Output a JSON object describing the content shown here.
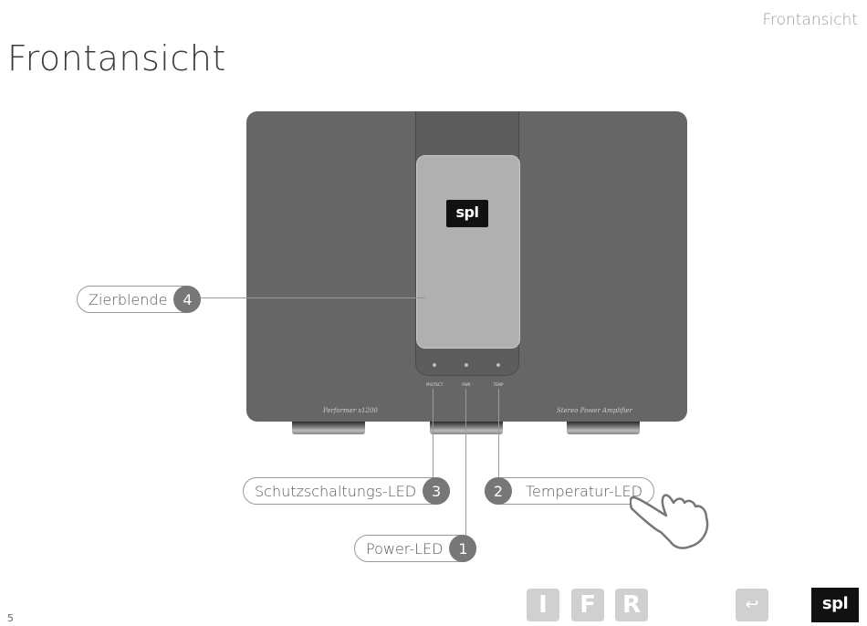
{
  "header": {
    "section": "Frontansicht",
    "title": "Frontansicht"
  },
  "device": {
    "logo": "spl",
    "led_labels": {
      "protect": "PROTECT",
      "power": "PWR",
      "temp": "TEMP"
    },
    "model_left": "Performer s1200",
    "model_right": "Stereo Power Amplifier"
  },
  "callouts": [
    {
      "label": "Zierblende",
      "num": "4"
    },
    {
      "label": "Schutzschaltungs-LED",
      "num": "3"
    },
    {
      "label": "Temperatur-LED",
      "num": "2"
    },
    {
      "label": "Power-LED",
      "num": "1"
    }
  ],
  "nav": {
    "i": "I",
    "f": "F",
    "r": "R",
    "back": "↩"
  },
  "brand": "spl",
  "page_number": "5"
}
